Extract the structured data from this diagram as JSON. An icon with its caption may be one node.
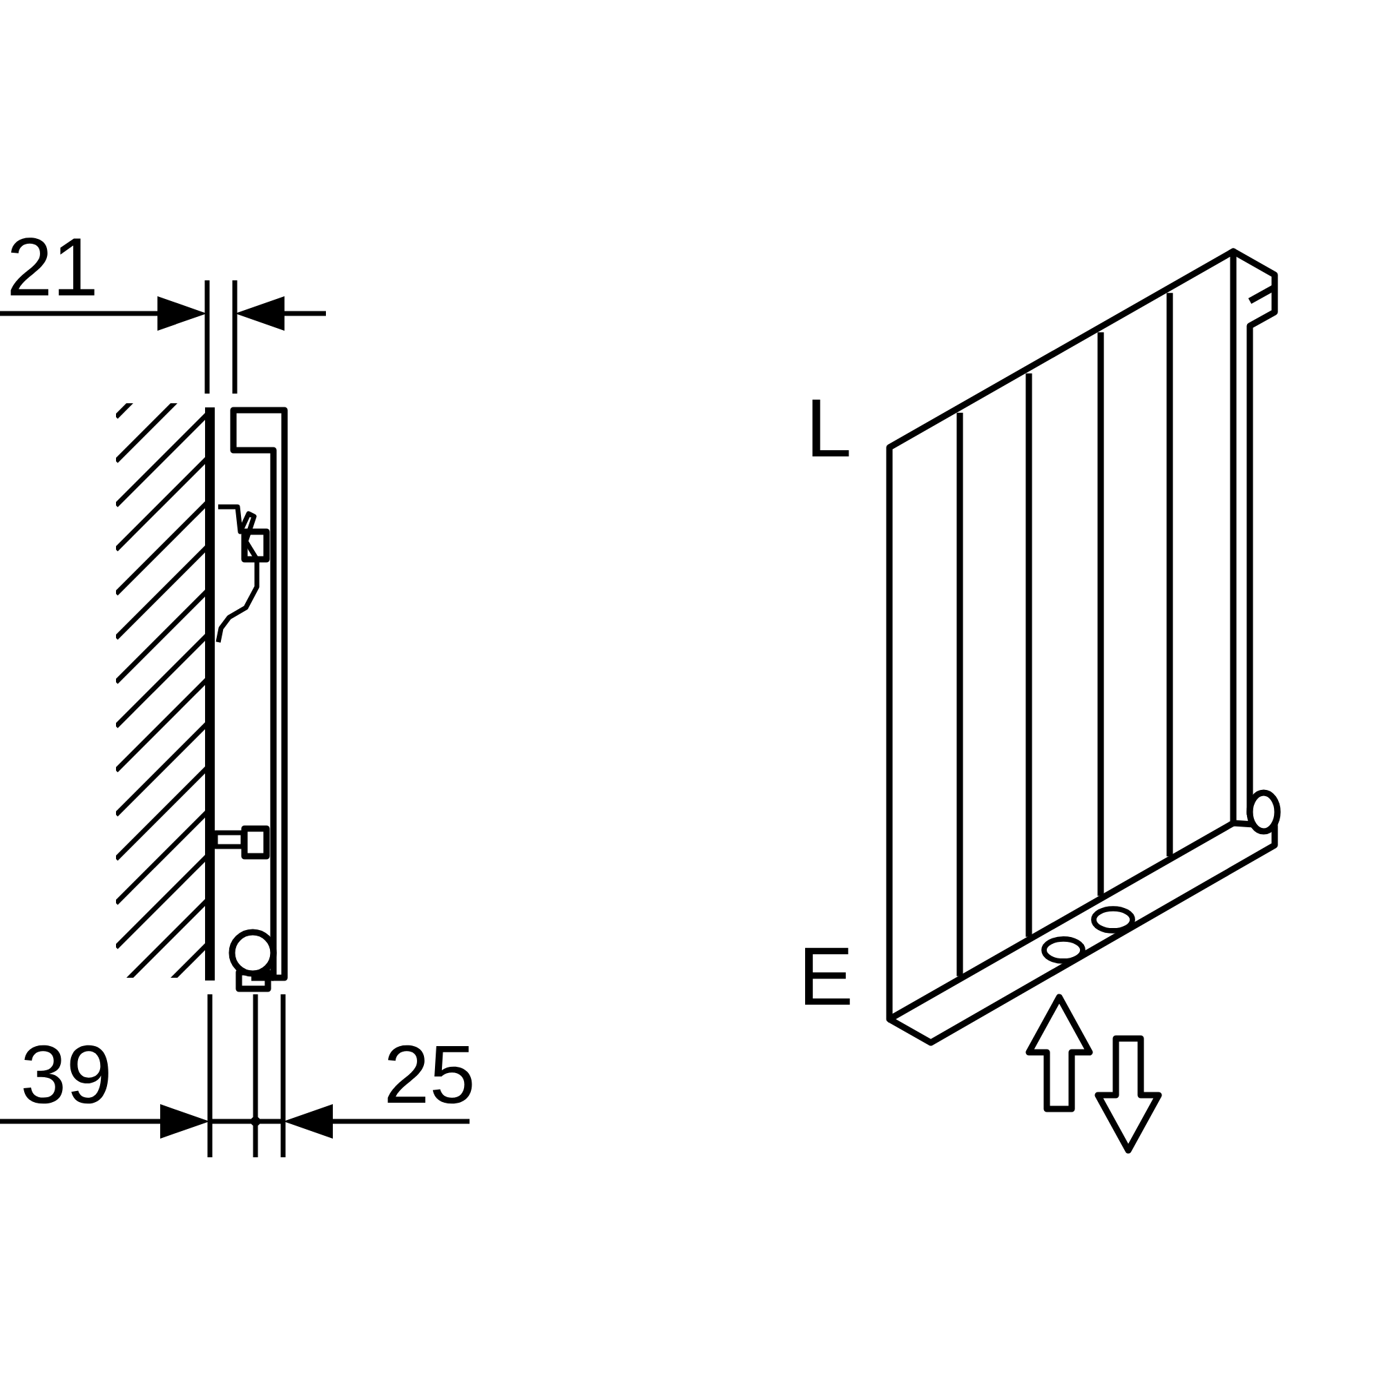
{
  "diagram": {
    "labels": [
      "21",
      "39",
      "25",
      "L",
      "E"
    ]
  }
}
